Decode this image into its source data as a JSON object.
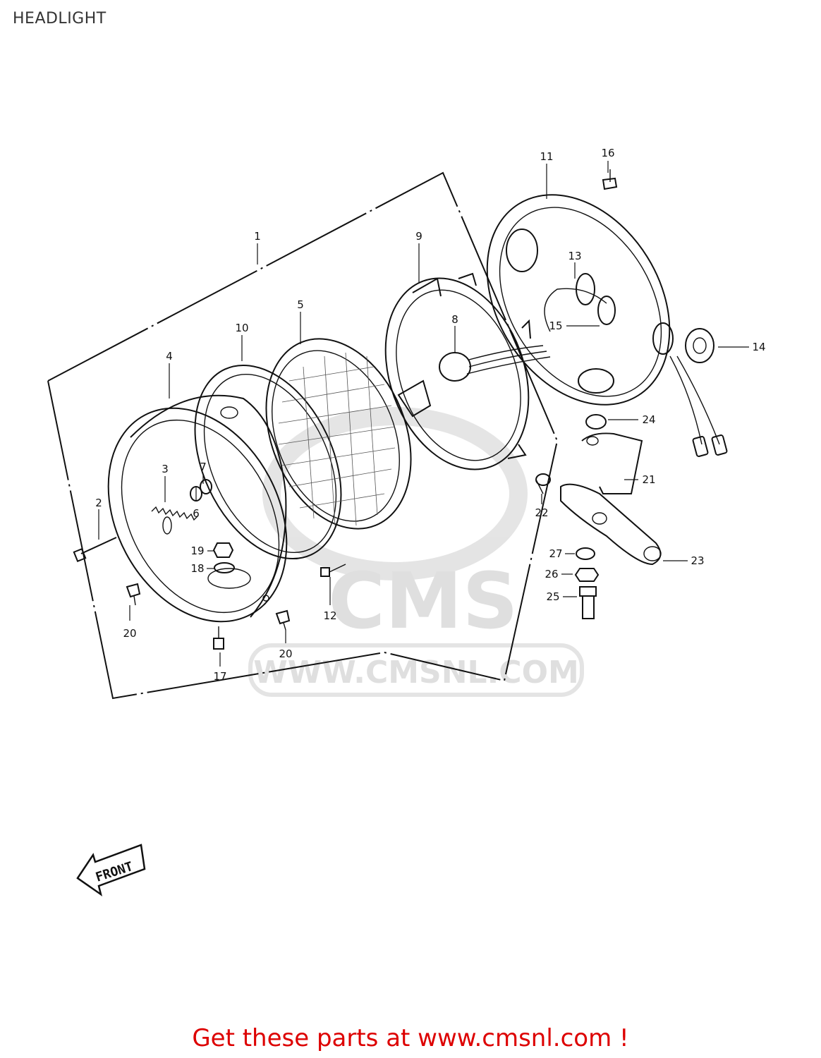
{
  "title": "HEADLIGHT",
  "part_numbers": [
    "1",
    "2",
    "3",
    "4",
    "5",
    "6",
    "7",
    "8",
    "9",
    "10",
    "11",
    "12",
    "13",
    "14",
    "15",
    "16",
    "17",
    "18",
    "19",
    "20",
    "20",
    "21",
    "22",
    "23",
    "24",
    "25",
    "26",
    "27"
  ],
  "watermark": {
    "brand": "CMS",
    "url": "WWW.CMSNL.COM"
  },
  "front_label": "FRONT",
  "footer": "Get these parts at www.cmsnl.com !",
  "colors": {
    "footer": "#dd0000",
    "lines": "#111111",
    "watermark": "#dcdcdc"
  }
}
